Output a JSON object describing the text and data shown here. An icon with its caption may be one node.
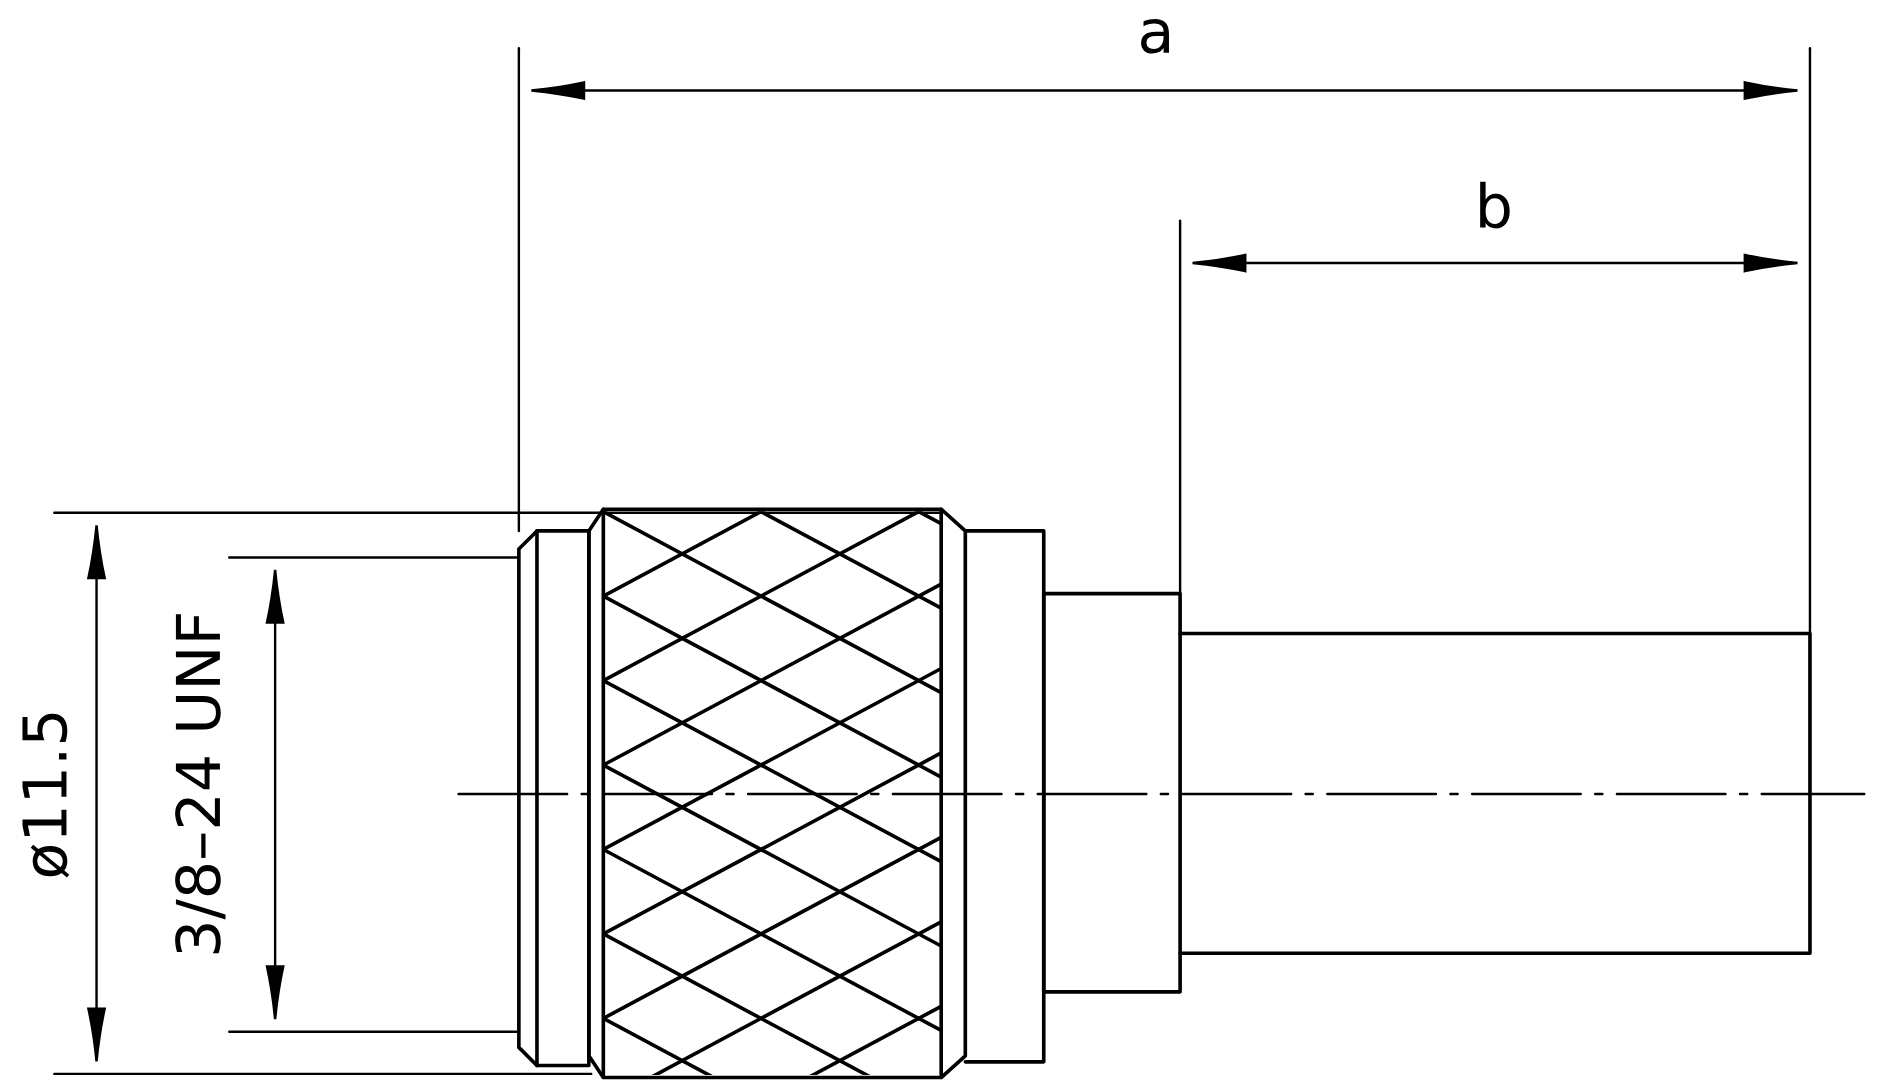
{
  "diagram": {
    "labels": [
      "a",
      "b",
      "ø11.5",
      "3/8–24 UNF"
    ]
  }
}
